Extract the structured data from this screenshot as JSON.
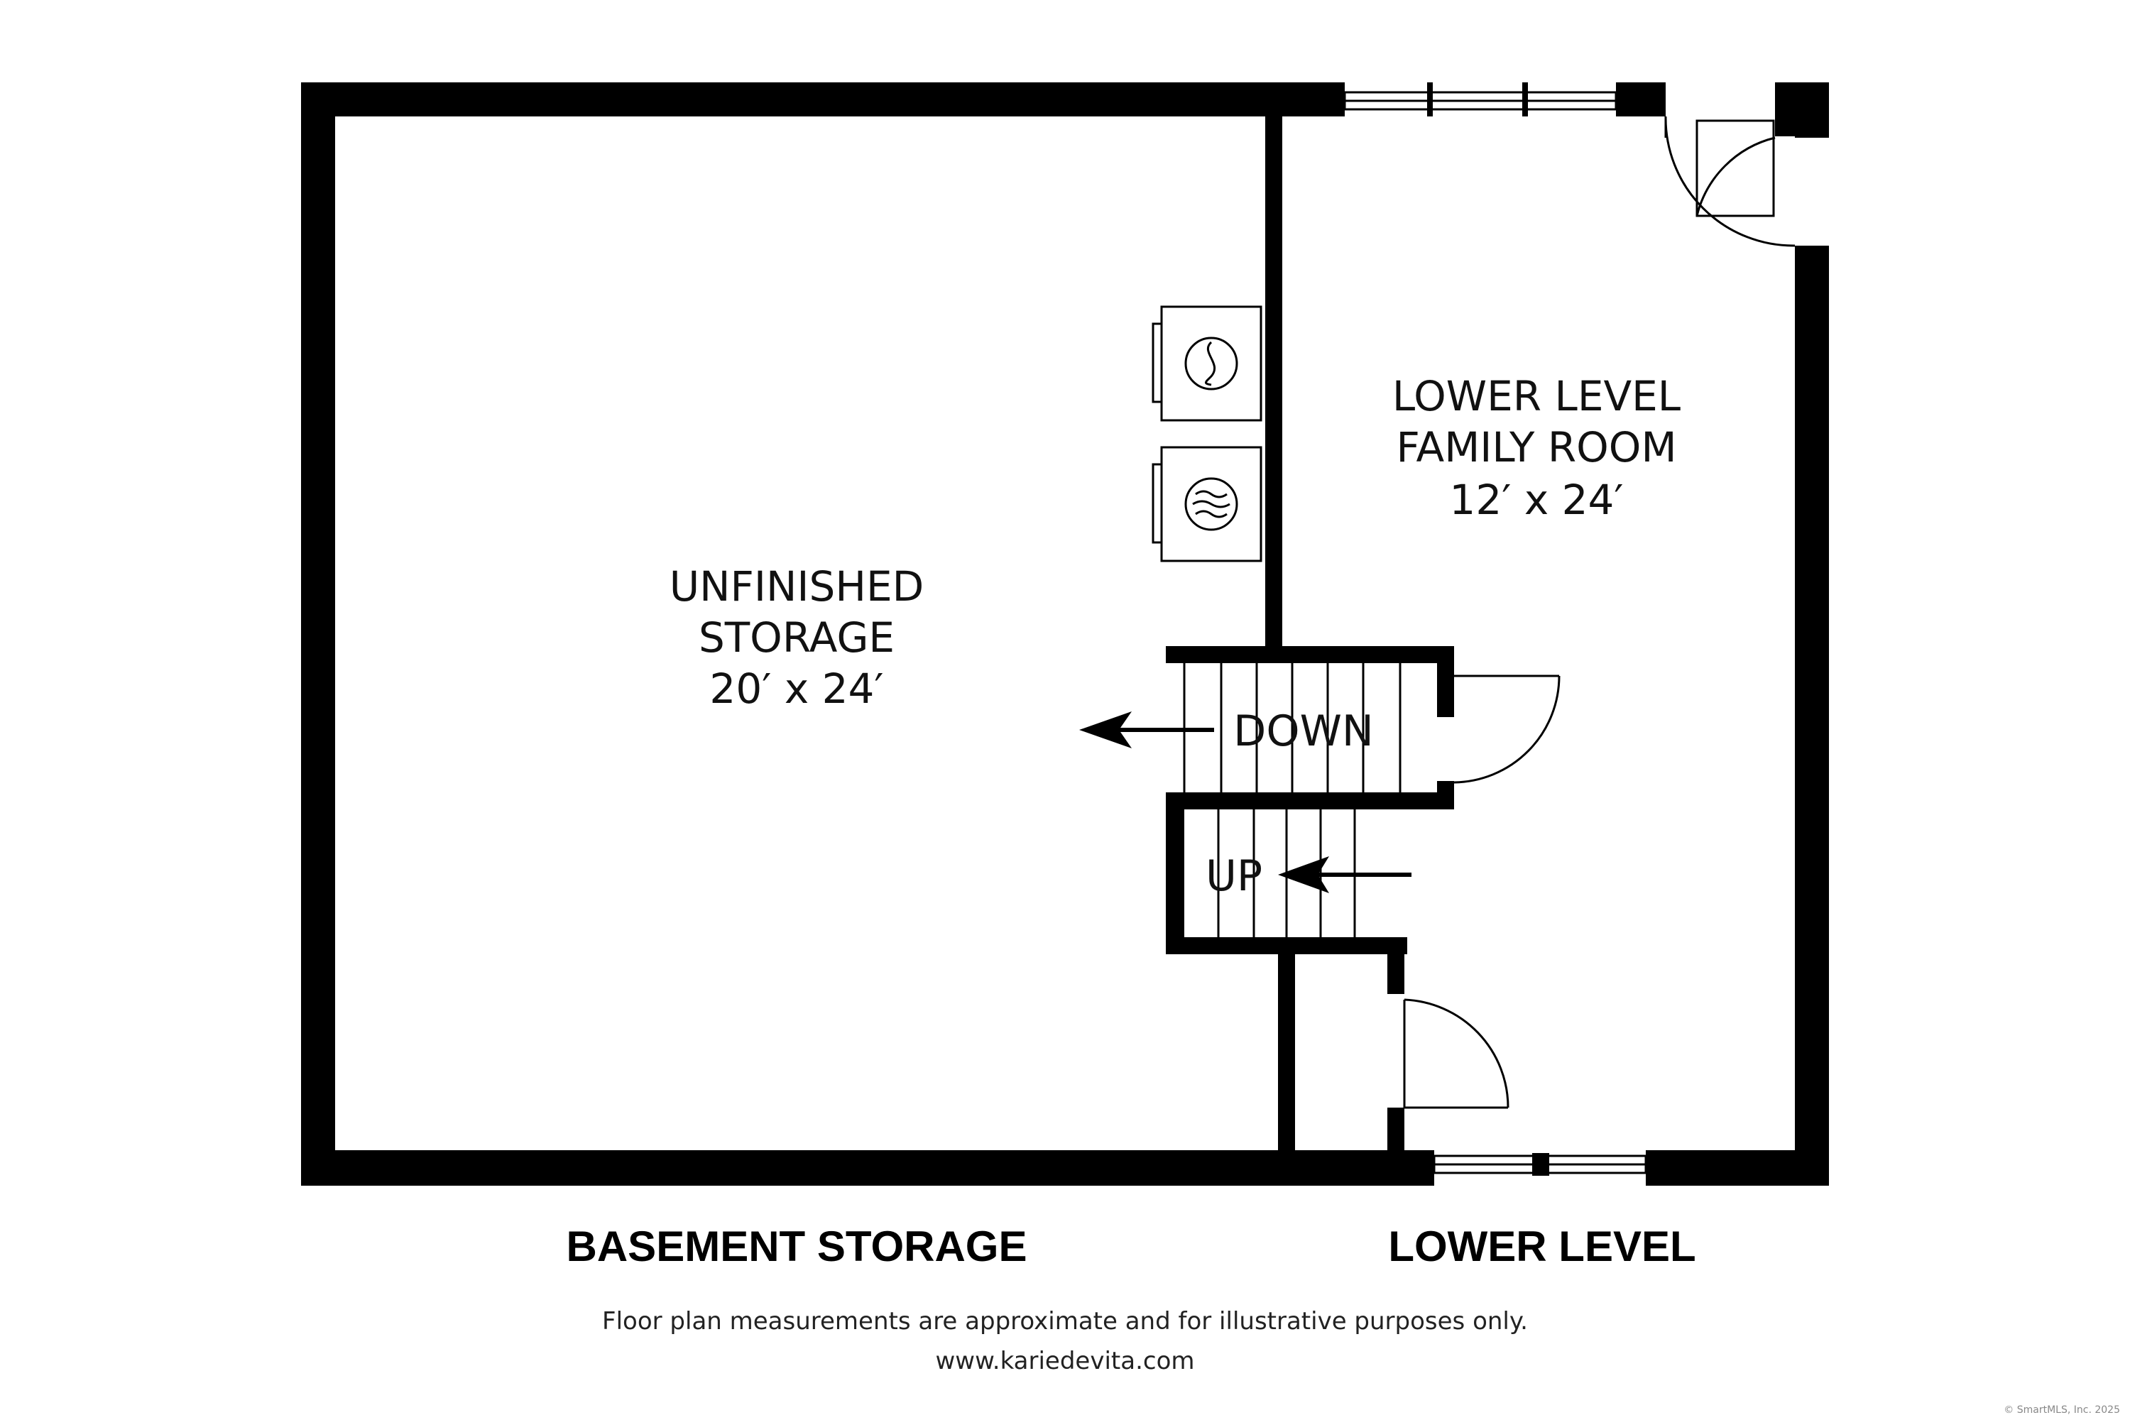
{
  "rooms": {
    "storage": {
      "line1": "UNFINISHED",
      "line2": "STORAGE",
      "dims": "20′ x 24′"
    },
    "family": {
      "line1": "LOWER LEVEL",
      "line2": "FAMILY ROOM",
      "dims": "12′ x 24′"
    }
  },
  "stairs": {
    "down_label": "DOWN",
    "up_label": "UP"
  },
  "levels": {
    "left": "BASEMENT STORAGE",
    "right": "LOWER LEVEL"
  },
  "footer": {
    "disclaimer": "Floor plan measurements are approximate and for illustrative purposes only.",
    "website": "www.kariedevita.com",
    "copyright": "© SmartMLS, Inc. 2025"
  },
  "fixtures": [
    "dryer-icon",
    "washer-icon"
  ],
  "colors": {
    "wall": "#000000",
    "background": "#ffffff"
  }
}
